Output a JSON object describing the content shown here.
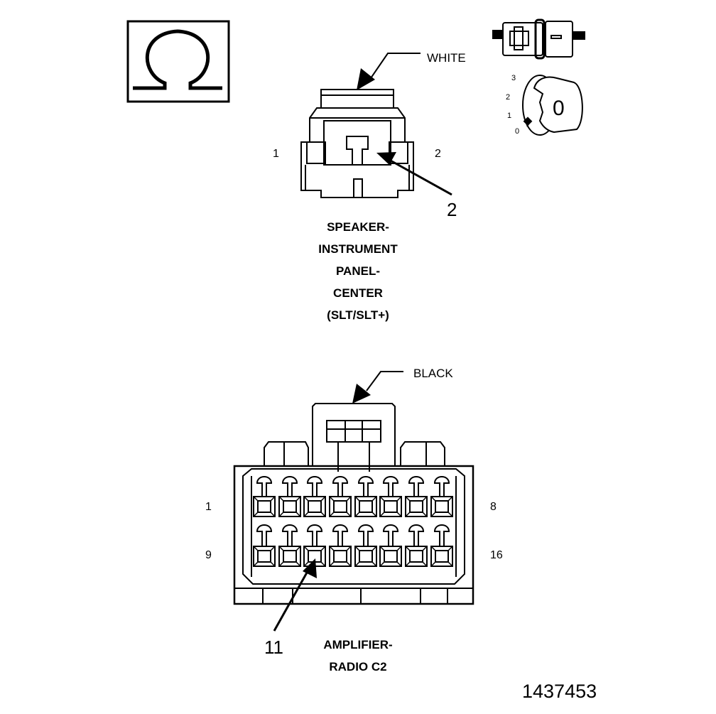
{
  "symbols": {
    "ohm_symbol": "Ω",
    "key_position": "0",
    "ignition_positions": [
      "3",
      "2",
      "1",
      "0"
    ]
  },
  "connector_top": {
    "wire_color_label": "WHITE",
    "pin_left": "1",
    "pin_right": "2",
    "callout": "2",
    "title_lines": [
      "SPEAKER-",
      "INSTRUMENT",
      "PANEL-",
      "CENTER",
      "(SLT/SLT+)"
    ]
  },
  "connector_bottom": {
    "wire_color_label": "BLACK",
    "pin_top_left": "1",
    "pin_top_right": "8",
    "pin_bottom_left": "9",
    "pin_bottom_right": "16",
    "callout": "11",
    "title_lines": [
      "AMPLIFIER-",
      "RADIO C2"
    ]
  },
  "figure_number": "1437453",
  "colors": {
    "ink": "#000000",
    "paper": "#ffffff"
  }
}
